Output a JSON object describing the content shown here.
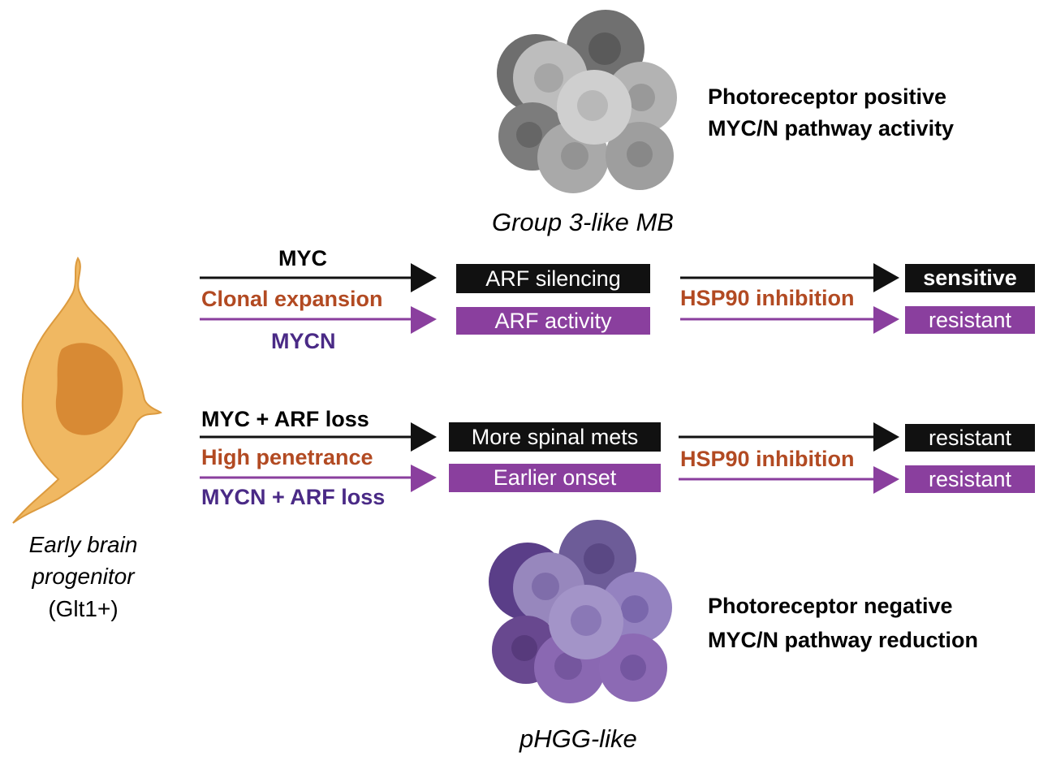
{
  "colors": {
    "black": "#111111",
    "purple": "#8a3f9e",
    "myc_text": "#000000",
    "expansion_text": "#b24a22",
    "mycn_text": "#4a2a86",
    "cell_fill": "#f0b862",
    "cell_nucleus": "#d88a34"
  },
  "tumors": {
    "top": {
      "name": "Group 3-like MB",
      "desc_line1": "Photoreceptor positive",
      "desc_line2": "MYC/N pathway activity"
    },
    "bottom": {
      "name": "pHGG-like",
      "desc_line1": "Photoreceptor negative",
      "desc_line2": "MYC/N pathway reduction"
    }
  },
  "progenitor": {
    "line1": "Early brain",
    "line2": "progenitor",
    "line3": "(Glt1+)"
  },
  "row1": {
    "driver_top": "MYC",
    "middle": "Clonal expansion",
    "driver_bottom": "MYCN",
    "outcome_top": "ARF silencing",
    "outcome_bottom": "ARF activity",
    "treatment": "HSP90 inhibition",
    "response_top": "sensitive",
    "response_bottom": "resistant"
  },
  "row2": {
    "driver_top": "MYC + ARF loss",
    "middle": "High penetrance",
    "driver_bottom": "MYCN + ARF loss",
    "outcome_top": "More spinal mets",
    "outcome_bottom": "Earlier onset",
    "treatment": "HSP90 inhibition",
    "response_top": "resistant",
    "response_bottom": "resistant"
  }
}
